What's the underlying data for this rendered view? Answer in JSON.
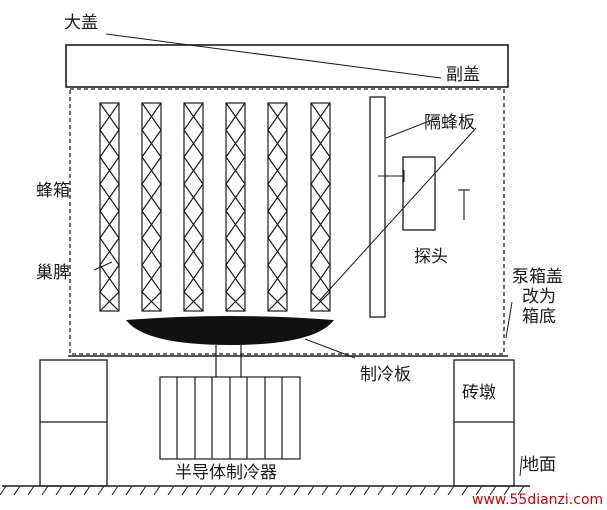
{
  "labels": {
    "da_gai": "大盖",
    "fu_gai": "副盖",
    "ge_feng_ban": "隔蜂板",
    "feng_xiang": "蜂箱",
    "tan_tou": "探头",
    "chao_pi": "巢脾",
    "beng_xiang_gai_1": "泵箱盖",
    "beng_xiang_gai_2": "改为",
    "beng_xiang_gai_3": "箱底",
    "zhi_leng_ban": "制冷板",
    "zhuan_dun": "砖墩",
    "ban_dao_ti": "半导体制冷器",
    "di_mian": "地面"
  },
  "watermark": "www.55dianzi.com",
  "colors": {
    "ink": "#1a1a1a",
    "watermark": "#cc0000"
  }
}
